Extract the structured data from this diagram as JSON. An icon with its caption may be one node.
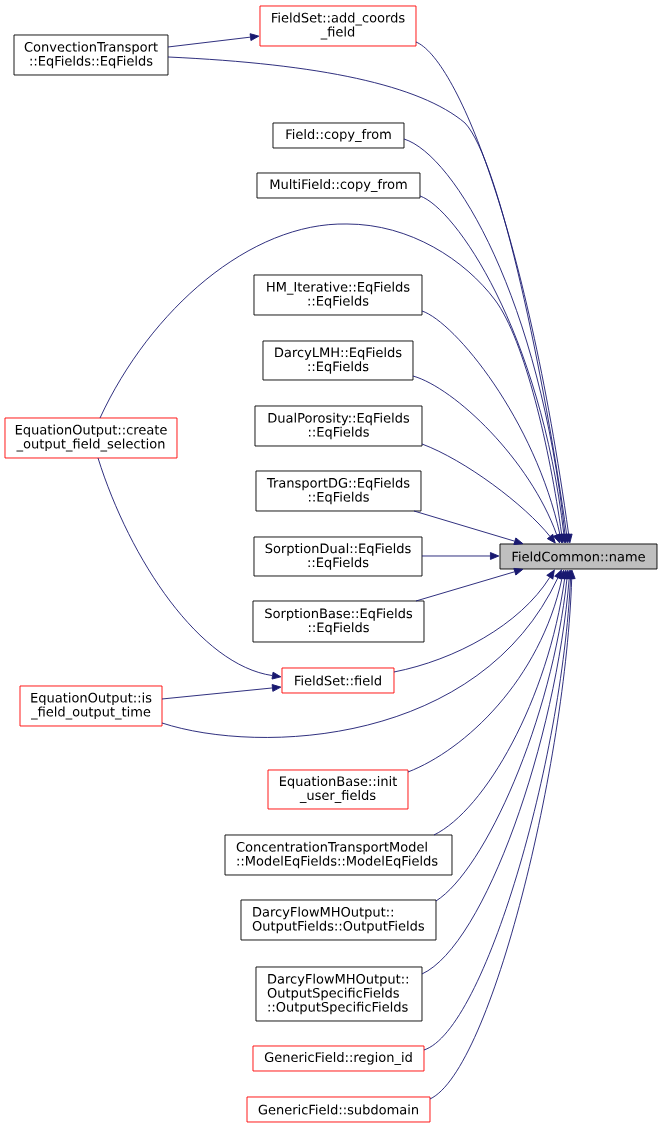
{
  "diagram": {
    "nodes": [
      {
        "text": [
          "FieldSet::add_coords _field"
        ]
      },
      {
        "text": [
          "ConvectionTransport ::EqFields::EqFields"
        ]
      },
      {
        "text": [
          "Field::copy_from"
        ]
      },
      {
        "text": [
          "MultiField::copy_from"
        ]
      },
      {
        "text": [
          "HM_Iterative::EqFields ::EqFields"
        ]
      },
      {
        "text": [
          "DarcyLMH::EqFields ::EqFields"
        ]
      },
      {
        "text": [
          "DualPorosity::EqFields ::EqFields"
        ]
      },
      {
        "text": [
          "EquationOutput::create _output_field_selection"
        ]
      },
      {
        "text": [
          "TransportDG::EqFields ::EqFields"
        ]
      },
      {
        "text": [
          "SorptionDual::EqFields ::EqFields"
        ]
      },
      {
        "text": [
          "FieldCommon::name"
        ]
      },
      {
        "text": [
          "SorptionBase::EqFields ::EqFields"
        ]
      },
      {
        "text": [
          "FieldSet::field"
        ]
      },
      {
        "text": [
          "EquationOutput::is _field_output_time"
        ]
      },
      {
        "text": [
          "EquationBase::init _user_fields"
        ]
      },
      {
        "text": [
          "ConcentrationTransportModel ::ModelEqFields::ModelEqFields"
        ]
      },
      {
        "text": [
          "DarcyFlowMHOutput:: OutputFields::OutputFields"
        ]
      },
      {
        "text": [
          "DarcyFlowMHOutput:: OutputSpecificFields ::OutputSpecificFields"
        ]
      },
      {
        "text": [
          "GenericField::region_id"
        ]
      },
      {
        "text": [
          "GenericField::subdomain"
        ]
      }
    ],
    "edges": [
      {
        "from": 1,
        "to": 0,
        "arrow": "to"
      },
      {
        "from": 0,
        "to": 10,
        "arrow": "to"
      },
      {
        "from": 1,
        "to": 10,
        "arrow": "to"
      },
      {
        "from": 2,
        "to": 10,
        "arrow": "to"
      },
      {
        "from": 3,
        "to": 10,
        "arrow": "to"
      },
      {
        "from": 7,
        "to": 10,
        "arrow": "to"
      },
      {
        "from": 4,
        "to": 10,
        "arrow": "to"
      },
      {
        "from": 5,
        "to": 10,
        "arrow": "to"
      },
      {
        "from": 6,
        "to": 10,
        "arrow": "to"
      },
      {
        "from": 8,
        "to": 10,
        "arrow": "to"
      },
      {
        "from": 9,
        "to": 10,
        "arrow": "to"
      },
      {
        "from": 11,
        "to": 10,
        "arrow": "to"
      },
      {
        "from": 12,
        "to": 10,
        "arrow": "to"
      },
      {
        "from": 7,
        "to": 12,
        "arrow": "to"
      },
      {
        "from": 13,
        "to": 12,
        "arrow": "to"
      },
      {
        "from": 13,
        "to": 10,
        "arrow": "to"
      },
      {
        "from": 14,
        "to": 10,
        "arrow": "to"
      },
      {
        "from": 15,
        "to": 10,
        "arrow": "to"
      },
      {
        "from": 16,
        "to": 10,
        "arrow": "to"
      },
      {
        "from": 17,
        "to": 10,
        "arrow": "to"
      },
      {
        "from": 18,
        "to": 10,
        "arrow": "to"
      },
      {
        "from": 19,
        "to": 10,
        "arrow": "to"
      }
    ]
  }
}
